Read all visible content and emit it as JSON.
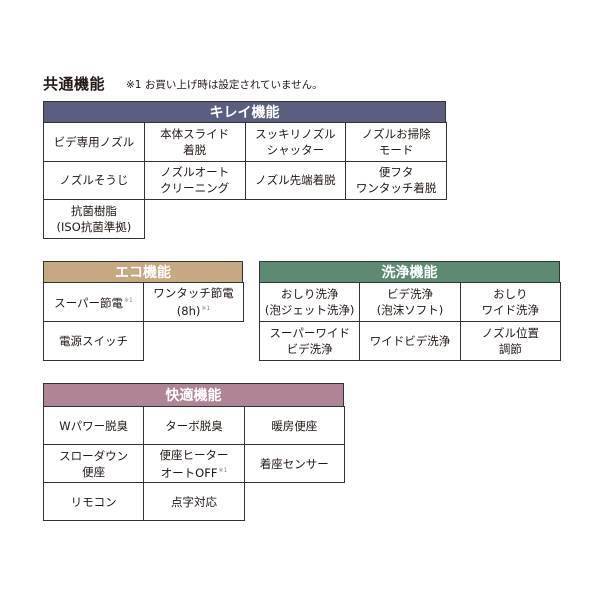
{
  "heading": {
    "title": "共通機能",
    "note": "※1 お買い上げ時は設定されていません。"
  },
  "tables": [
    {
      "id": "kirei",
      "title": "キレイ機能",
      "color": "#5b5e7e",
      "cols": 4,
      "cells": [
        {
          "lines": [
            "ビデ専用ノズル"
          ]
        },
        {
          "lines": [
            "本体スライド",
            "着脱"
          ]
        },
        {
          "lines": [
            "スッキリノズル",
            "シャッター"
          ]
        },
        {
          "lines": [
            "ノズルお掃除",
            "モード"
          ]
        },
        {
          "lines": [
            "ノズルそうじ"
          ]
        },
        {
          "lines": [
            "ノズルオート",
            "クリーニング"
          ]
        },
        {
          "lines": [
            "ノズル先端着脱"
          ]
        },
        {
          "lines": [
            "便フタ",
            "ワンタッチ着脱"
          ]
        },
        {
          "lines": [
            "抗菌樹脂",
            "(ISO抗菌準拠)"
          ]
        }
      ]
    },
    {
      "id": "eco",
      "title": "エコ機能",
      "color": "#c4a982",
      "cols": 2,
      "cells": [
        {
          "lines": [
            "スーパー節電"
          ],
          "note": "※1"
        },
        {
          "lines": [
            "ワンタッチ節電",
            "(8h)"
          ],
          "note": "※1"
        },
        {
          "lines": [
            "電源スイッチ"
          ]
        }
      ]
    },
    {
      "id": "senjo",
      "title": "洗浄機能",
      "color": "#5e8a74",
      "cols": 3,
      "cells": [
        {
          "lines": [
            "おしり洗浄",
            "(泡ジェット洗浄)"
          ]
        },
        {
          "lines": [
            "ビデ洗浄",
            "(泡沫ソフト)"
          ]
        },
        {
          "lines": [
            "おしり",
            "ワイド洗浄"
          ]
        },
        {
          "lines": [
            "スーパーワイド",
            "ビデ洗浄"
          ]
        },
        {
          "lines": [
            "ワイドビデ洗浄"
          ]
        },
        {
          "lines": [
            "ノズル位置",
            "調節"
          ]
        }
      ]
    },
    {
      "id": "kaiteki",
      "title": "快適機能",
      "color": "#b08497",
      "cols": 3,
      "cells": [
        {
          "lines": [
            "Wパワー脱臭"
          ]
        },
        {
          "lines": [
            "ターボ脱臭"
          ]
        },
        {
          "lines": [
            "暖房便座"
          ]
        },
        {
          "lines": [
            "スローダウン",
            "便座"
          ]
        },
        {
          "lines": [
            "便座ヒーター",
            "オートOFF"
          ],
          "note": "※1"
        },
        {
          "lines": [
            "着座センサー"
          ]
        },
        {
          "lines": [
            "リモコン"
          ]
        },
        {
          "lines": [
            "点字対応"
          ]
        }
      ]
    }
  ]
}
